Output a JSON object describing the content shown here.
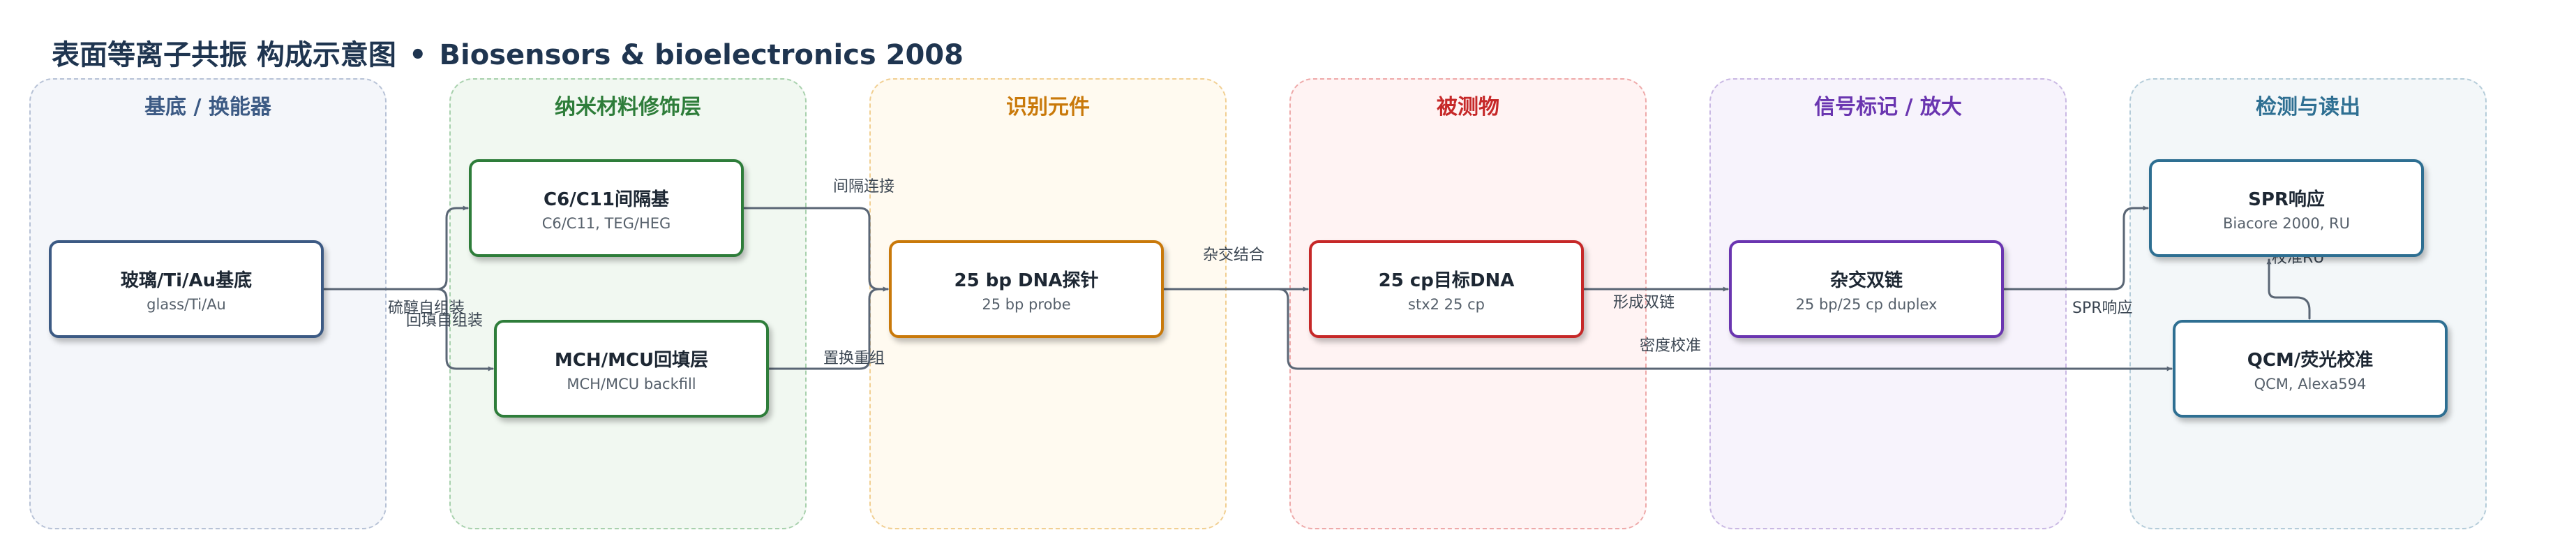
{
  "header": {
    "title": "表面等离子共振 构成示意图",
    "separator": "•",
    "subtitle": "Biosensors & bioelectronics 2008"
  },
  "lanes": [
    {
      "title": "基底 / 换能器",
      "color": "#3c5a84"
    },
    {
      "title": "纳米材料修饰层",
      "color": "#2e7d3a"
    },
    {
      "title": "识别元件",
      "color": "#c9790a"
    },
    {
      "title": "被测物",
      "color": "#c62828"
    },
    {
      "title": "信号标记 / 放大",
      "color": "#6a35b0"
    },
    {
      "title": "检测与读出",
      "color": "#2e6f92"
    }
  ],
  "nodes": {
    "substrate": {
      "title": "玻璃/Ti/Au基底",
      "sub": "glass/Ti/Au"
    },
    "spacer": {
      "title": "C6/C11间隔基",
      "sub": "C6/C11, TEG/HEG"
    },
    "backfill": {
      "title": "MCH/MCU回填层",
      "sub": "MCH/MCU backfill"
    },
    "probe": {
      "title": "25 bp DNA探针",
      "sub": "25 bp probe"
    },
    "target": {
      "title": "25 cp目标DNA",
      "sub": "stx2 25 cp"
    },
    "duplex": {
      "title": "杂交双链",
      "sub": "25 bp/25 cp duplex"
    },
    "spr": {
      "title": "SPR响应",
      "sub": "Biacore 2000, RU"
    },
    "qcm": {
      "title": "QCM/荧光校准",
      "sub": "QCM, Alexa594"
    }
  },
  "edges": {
    "thiol_sam": "硫醇自组装",
    "backfill_sam": "回填自组装",
    "spacer_link": "间隔连接",
    "displace": "置换重组",
    "hybridize": "杂交结合",
    "form_duplex": "形成双链",
    "density_cal": "密度校准",
    "spr_response": "SPR响应",
    "cal_ru": "校准RU"
  }
}
